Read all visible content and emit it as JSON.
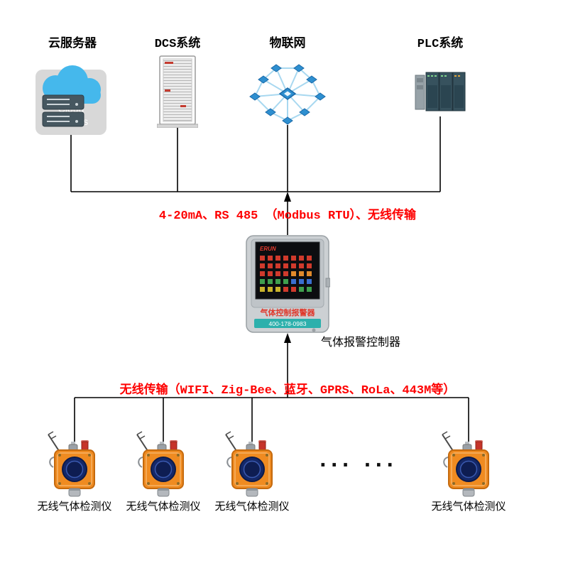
{
  "top_systems": [
    {
      "label": "云服务器",
      "icon_text_lines": [
        "Cloud",
        "Servers"
      ]
    },
    {
      "label": "DCS系统"
    },
    {
      "label": "物联网"
    },
    {
      "label": "PLC系统"
    }
  ],
  "links": {
    "top_bus_label": "4-20mA、RS 485 （Modbus RTU）、无线传输",
    "bottom_bus_label": "无线传输（WIFI、Zig-Bee、蓝牙、GPRS、RoLa、443M等）"
  },
  "controller": {
    "brand": "ERUN",
    "panel_title": "气体控制报警器",
    "hotline": "400-178-0983",
    "label": "气体报警控制器"
  },
  "detectors": [
    {
      "label": "无线气体检测仪"
    },
    {
      "label": "无线气体检测仪"
    },
    {
      "label": "无线气体检测仪"
    },
    {
      "label": "无线气体检测仪"
    }
  ],
  "ellipsis": "... ...",
  "colors": {
    "link_label_red": "#fe0000",
    "detector_orange": "#ef8b21",
    "cloud_blue": "#45b8ec",
    "hotline_teal": "#2cb0ac",
    "line_black": "#000000"
  }
}
